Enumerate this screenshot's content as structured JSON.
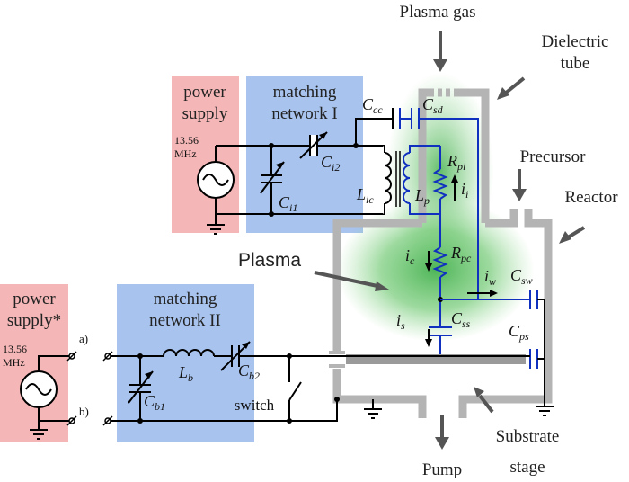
{
  "colors": {
    "power_supply_fill": "#f4b6b6",
    "matching_network_fill": "#a7c3ee",
    "plasma_glow": "#2fa83a",
    "chamber_wall": "#b4b4b4",
    "plasma_circuit": "#1030c0",
    "wire": "#000000",
    "annotation_arrow": "#555555"
  },
  "labels": {
    "plasma_gas": "Plasma gas",
    "dielectric_tube_line1": "Dielectric",
    "dielectric_tube_line2": "tube",
    "precursor": "Precursor",
    "reactor": "Reactor",
    "plasma": "Plasma",
    "substrate_stage_line1": "Substrate",
    "substrate_stage_line2": "stage",
    "pump": "Pump",
    "switch": "switch",
    "terminal_a": "a)",
    "terminal_b": "b)"
  },
  "power_supply_1": {
    "line1": "power",
    "line2": "supply",
    "freq1": "13.56",
    "freq2": "MHz"
  },
  "power_supply_2": {
    "line1": "power",
    "line2": "supply*",
    "freq1": "13.56",
    "freq2": "MHz"
  },
  "matching_network_1": {
    "line1": "matching",
    "line2": "network I"
  },
  "matching_network_2": {
    "line1": "matching",
    "line2": "network II"
  },
  "components": {
    "ci1": {
      "main": "C",
      "sub": "i1"
    },
    "ci2": {
      "main": "C",
      "sub": "i2"
    },
    "lic": {
      "main": "L",
      "sub": "ic"
    },
    "ccc": {
      "main": "C",
      "sub": "cc"
    },
    "csd": {
      "main": "C",
      "sub": "sd"
    },
    "lp": {
      "main": "L",
      "sub": "p"
    },
    "rpi": {
      "main": "R",
      "sub": "pi"
    },
    "ii": {
      "main": "i",
      "sub": "i"
    },
    "rpc": {
      "main": "R",
      "sub": "pc"
    },
    "ic": {
      "main": "i",
      "sub": "c"
    },
    "iw": {
      "main": "i",
      "sub": "w"
    },
    "csw": {
      "main": "C",
      "sub": "sw"
    },
    "is": {
      "main": "i",
      "sub": "s"
    },
    "css": {
      "main": "C",
      "sub": "ss"
    },
    "cps": {
      "main": "C",
      "sub": "ps"
    },
    "lb": {
      "main": "L",
      "sub": "b"
    },
    "cb1": {
      "main": "C",
      "sub": "b1"
    },
    "cb2": {
      "main": "C",
      "sub": "b2"
    }
  }
}
